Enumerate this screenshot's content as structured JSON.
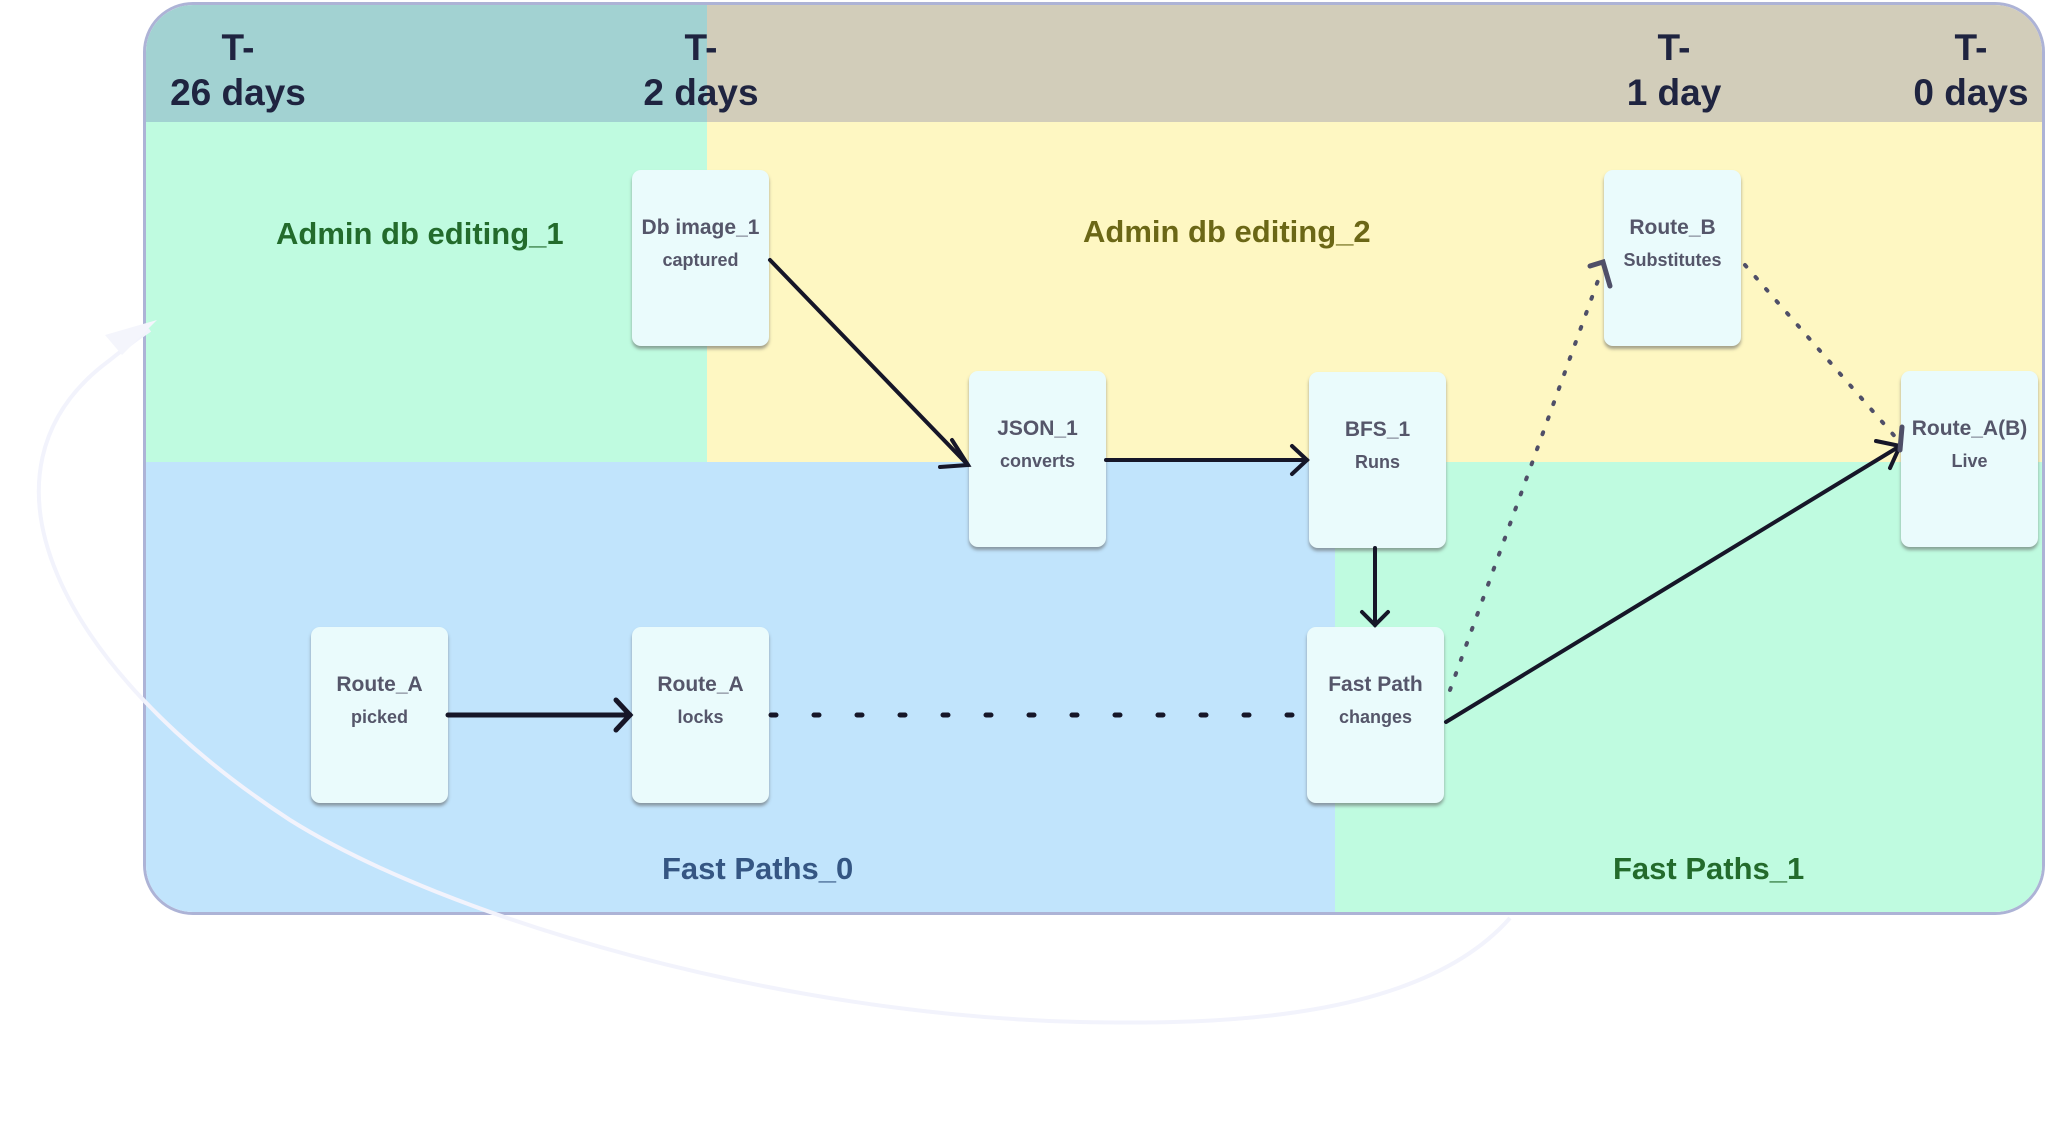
{
  "timeline": {
    "ticks": [
      {
        "prefix": "T-",
        "label": "26 days"
      },
      {
        "prefix": "T-",
        "label": "2 days"
      },
      {
        "prefix": "T-",
        "label": "1 day"
      },
      {
        "prefix": "T-",
        "label": "0 days"
      }
    ]
  },
  "regions": {
    "admin1": {
      "label": "Admin db editing_1",
      "color": "#bffbe0",
      "text_color": "#236b2c"
    },
    "admin2": {
      "label": "Admin db editing_2",
      "color": "#fef7c2",
      "text_color": "#6b6716"
    },
    "fast0": {
      "label": "Fast Paths_0",
      "color": "#c1e4fc",
      "text_color": "#355683"
    },
    "fast1": {
      "label": "Fast Paths_1",
      "color": "#bffbe0",
      "text_color": "#236b2c"
    },
    "header_left_color": "#a2d2d2",
    "header_right_color": "#d2cdba"
  },
  "nodes": {
    "db_image": {
      "title": "Db image_1",
      "subtitle": "captured"
    },
    "json": {
      "title": "JSON_1",
      "subtitle": "converts"
    },
    "bfs": {
      "title": "BFS_1",
      "subtitle": "Runs"
    },
    "route_b": {
      "title": "Route_B",
      "subtitle": "Substitutes"
    },
    "route_ab": {
      "title": "Route_A(B)",
      "subtitle": "Live"
    },
    "route_a_picked": {
      "title": "Route_A",
      "subtitle": "picked"
    },
    "route_a_locks": {
      "title": "Route_A",
      "subtitle": "locks"
    },
    "fast_path": {
      "title": "Fast Path",
      "subtitle": "changes"
    }
  },
  "edges": [
    {
      "from": "db_image",
      "to": "json",
      "style": "solid"
    },
    {
      "from": "json",
      "to": "bfs",
      "style": "solid"
    },
    {
      "from": "bfs",
      "to": "fast_path",
      "style": "solid"
    },
    {
      "from": "route_a_picked",
      "to": "route_a_locks",
      "style": "solid"
    },
    {
      "from": "route_a_locks",
      "to": "fast_path",
      "style": "dotted"
    },
    {
      "from": "fast_path",
      "to": "route_b",
      "style": "dotted"
    },
    {
      "from": "route_b",
      "to": "route_ab",
      "style": "dotted"
    },
    {
      "from": "fast_path",
      "to": "route_ab",
      "style": "solid"
    }
  ],
  "colors": {
    "frame_border": "#adb3d6",
    "node_bg": "#eafbfc",
    "node_text": "#55566a",
    "edge_solid": "#161628",
    "edge_dotted": "#4f4f68",
    "tick_text": "#1f2440"
  }
}
